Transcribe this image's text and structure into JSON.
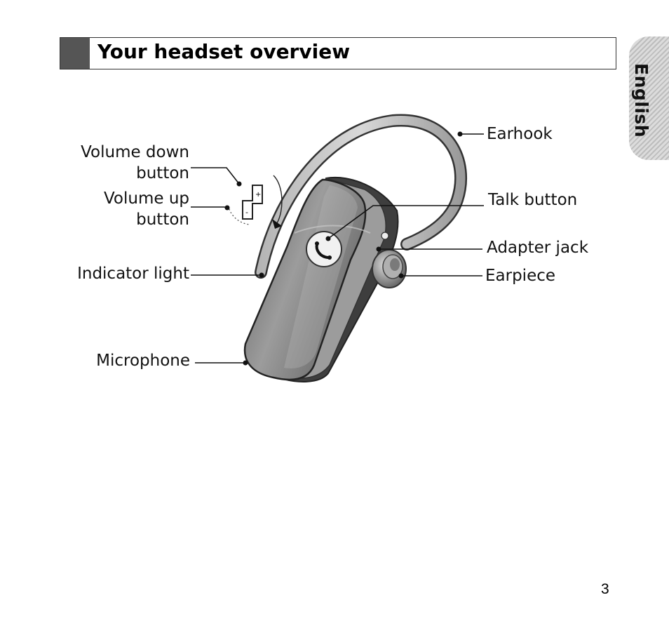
{
  "header": {
    "title": "Your headset overview"
  },
  "side_tab": {
    "label": "English"
  },
  "labels": {
    "earhook": "Earhook",
    "volume_down_line1": "Volume down",
    "volume_down_line2": "button",
    "volume_up_line1": "Volume up",
    "volume_up_line2": "button",
    "talk_button": "Talk button",
    "adapter_jack": "Adapter jack",
    "indicator_light": "Indicator light",
    "earpiece": "Earpiece",
    "microphone": "Microphone"
  },
  "footer": {
    "page_number": "3"
  },
  "icons": [
    "headset-illustration",
    "phone-handset-icon",
    "volume-rocker-icon"
  ]
}
